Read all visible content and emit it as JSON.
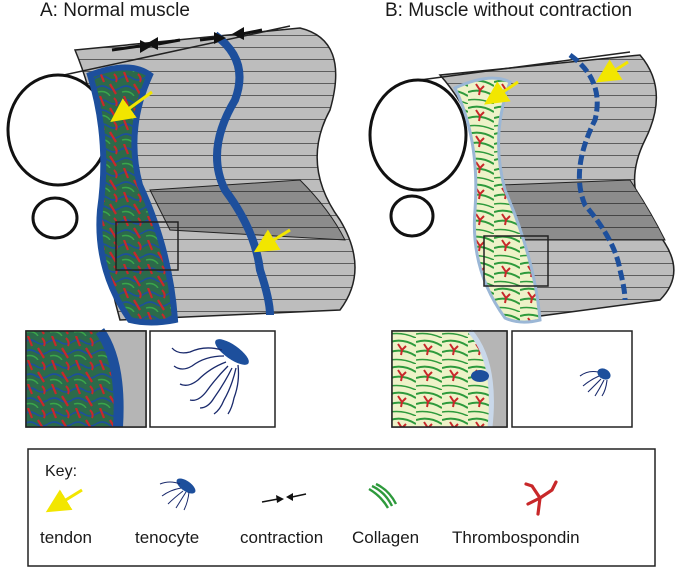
{
  "panels": {
    "a": {
      "title": "A: Normal muscle"
    },
    "b": {
      "title": "B: Muscle without contraction"
    }
  },
  "key": {
    "heading": "Key:",
    "items": [
      {
        "label": "tendon",
        "icon": "yellow-arrow-icon",
        "color": "#f2e600"
      },
      {
        "label": "tenocyte",
        "icon": "tenocyte-icon",
        "color": "#1d4f9c"
      },
      {
        "label": "contraction",
        "icon": "contraction-arrows-icon",
        "color": "#1a1a1a"
      },
      {
        "label": "Collagen",
        "icon": "collagen-icon",
        "color": "#2e9a3c"
      },
      {
        "label": "Thrombospondin",
        "icon": "thrombospondin-icon",
        "color": "#c8282a"
      }
    ]
  },
  "colors": {
    "muscle_grey": "#b5b5b5",
    "tendon_cream": "#f3edc8",
    "tenocyte_blue": "#1d4f9c",
    "collagen_green": "#2e9a3c",
    "thrombospondin_red": "#c8282a",
    "arrow_yellow": "#f2e600"
  }
}
